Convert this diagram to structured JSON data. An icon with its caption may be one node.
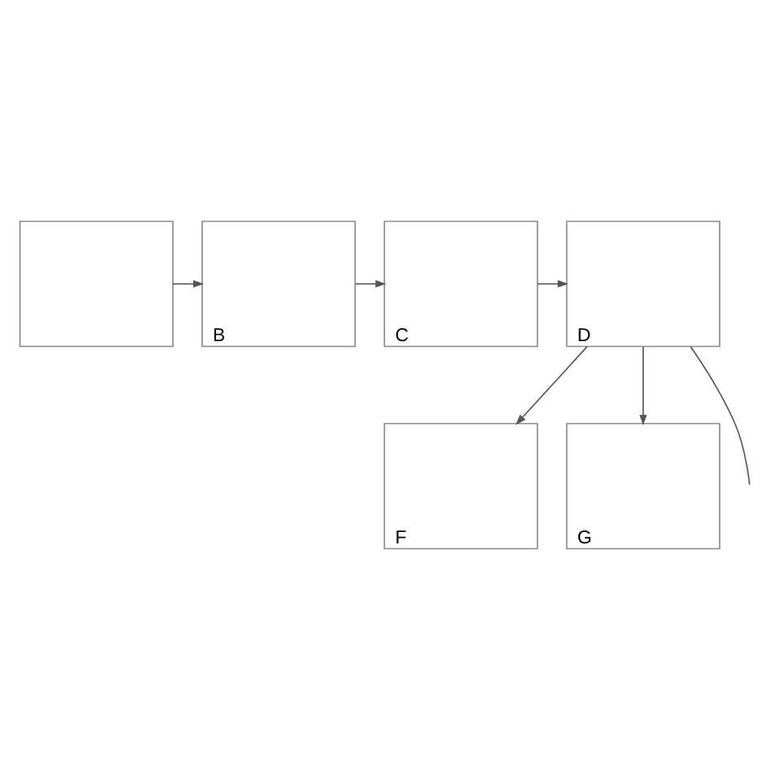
{
  "diagram": {
    "nodes": [
      {
        "text": [],
        "shape": "box"
      },
      {
        "text": [
          "B"
        ]
      },
      {
        "text": [
          "C"
        ]
      },
      {
        "text": [
          "D"
        ]
      },
      {
        "text": [
          "F"
        ]
      },
      {
        "text": [
          "G"
        ]
      }
    ],
    "edges": [
      {
        "from": 0,
        "to": 1,
        "arrow": "to"
      },
      {
        "from": 1,
        "to": 2,
        "arrow": "to"
      },
      {
        "from": 2,
        "to": 3,
        "arrow": "to"
      },
      {
        "from": 3,
        "to": null,
        "arrow": "none"
      },
      {
        "from": 3,
        "to": 4,
        "arrow": "to"
      },
      {
        "from": 3,
        "to": 5,
        "arrow": "to"
      }
    ]
  }
}
